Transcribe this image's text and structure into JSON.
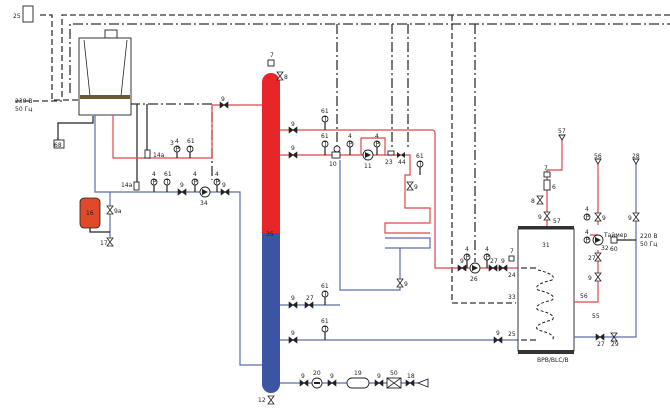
{
  "colors": {
    "supply": "#e0464a",
    "return": "#5a6fa8",
    "tank_red": "#e8262a",
    "tank_blue": "#3b54a3",
    "expansion_vessel": "#e04a2a"
  },
  "labels": {
    "thermostat": "25",
    "power_boiler_1": "230 В",
    "power_boiler_2": "50 Гц",
    "drain_68": "68",
    "sensor_14a_top": "14а",
    "sensor_14a_bottom": "14а",
    "expansion_vessel": "16",
    "valve_9a": "9а",
    "valve_17": "17",
    "pump_34": "34",
    "air_vent_7_column": "7",
    "valve_8_column": "8",
    "column_35": "35",
    "column_drain_12": "12",
    "mixing_10": "10",
    "pump_11": "11",
    "part_23": "23",
    "part_44": "44",
    "pump_26": "26",
    "tank": "31",
    "tank_model": "BPB/BLC/B",
    "conn_24": "24",
    "conn_33": "33",
    "conn_25": "25",
    "conn_56_tank": "56",
    "conn_57_tank": "57",
    "safety_55": "55",
    "part_6": "6",
    "pipe_57": "57",
    "pipe_56": "56",
    "pipe_28": "28",
    "pump_32": "32",
    "timer": "Таймер",
    "timer_60": "60",
    "power_timer_1": "220 В",
    "power_timer_2": "50 Гц",
    "valve_27_tank": "27",
    "valve_29": "29",
    "meter_20": "20",
    "filter_19": "19",
    "part_50": "50",
    "valve_18": "18",
    "gauge_P": "P",
    "gauge_T": "T",
    "gauge_4": "4",
    "gauge_61": "61",
    "valve_9": "9",
    "valve_27": "27",
    "valve_7": "7",
    "valve_8": "8",
    "safety_3": "3"
  }
}
